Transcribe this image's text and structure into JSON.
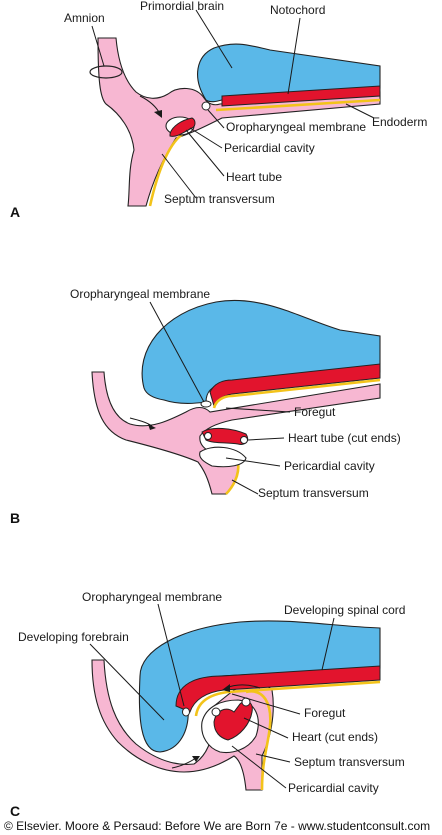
{
  "colors": {
    "ectoderm_pink": "#f7b7d2",
    "neural_blue": "#5ab8e8",
    "notochord_red": "#e2142d",
    "endoderm_yellow": "#f3c31a"
  },
  "panel_a": {
    "letter": "A",
    "labels": {
      "amnion": "Amnion",
      "primordial_brain": "Primordial brain",
      "notochord": "Notochord",
      "endoderm": "Endoderm",
      "oropharyngeal_membrane": "Oropharyngeal membrane",
      "pericardial_cavity": "Pericardial cavity",
      "heart_tube": "Heart tube",
      "septum_transversum": "Septum transversum"
    }
  },
  "panel_b": {
    "letter": "B",
    "labels": {
      "oropharyngeal_membrane": "Oropharyngeal membrane",
      "foregut": "Foregut",
      "heart_tube_cut_ends": "Heart tube (cut ends)",
      "pericardial_cavity": "Pericardial cavity",
      "septum_transversum": "Septum transversum"
    }
  },
  "panel_c": {
    "letter": "C",
    "labels": {
      "oropharyngeal_membrane": "Oropharyngeal membrane",
      "developing_spinal_cord": "Developing spinal cord",
      "developing_forebrain": "Developing forebrain",
      "foregut": "Foregut",
      "heart_cut_ends": "Heart (cut ends)",
      "septum_transversum": "Septum transversum",
      "pericardial_cavity": "Pericardial cavity"
    }
  },
  "credit": "© Elsevier. Moore & Persaud: Before We are Born 7e - www.studentconsult.com"
}
